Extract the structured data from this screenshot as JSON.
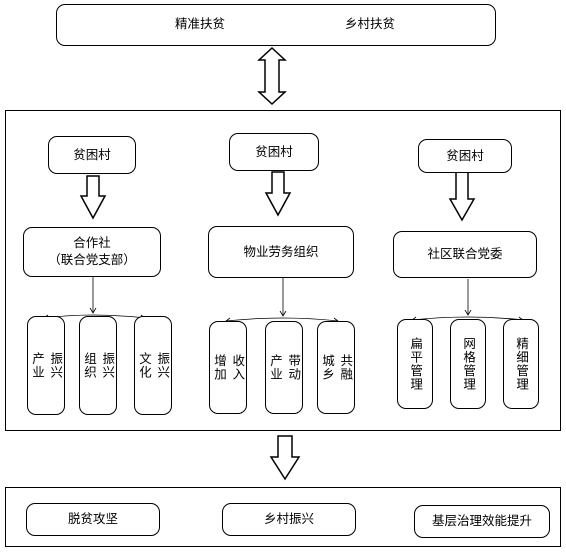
{
  "top": {
    "left_label": "精准扶贫",
    "right_label": "乡村扶贫"
  },
  "groups": [
    {
      "village": "贫困村",
      "org_line1": "合作社",
      "org_line2": "（联合党支部）",
      "items": [
        {
          "col1": "产业",
          "col2": "振兴"
        },
        {
          "col1": "组织",
          "col2": "振兴"
        },
        {
          "col1": "文化",
          "col2": "振兴"
        }
      ]
    },
    {
      "village": "贫困村",
      "org_line1": "物业劳务组织",
      "org_line2": "",
      "items": [
        {
          "col1": "增加",
          "col2": "收入"
        },
        {
          "col1": "产业",
          "col2": "带动"
        },
        {
          "col1": "城乡",
          "col2": "共融"
        }
      ]
    },
    {
      "village": "贫困村",
      "org_line1": "社区联合党委",
      "org_line2": "",
      "items": [
        {
          "col1": "扁平",
          "col2": "管理"
        },
        {
          "col1": "网格",
          "col2": "管理"
        },
        {
          "col1": "精细",
          "col2": "管理"
        }
      ]
    }
  ],
  "bottom": {
    "items": [
      "脱贫攻坚",
      "乡村振兴",
      "基层治理效能提升"
    ]
  }
}
